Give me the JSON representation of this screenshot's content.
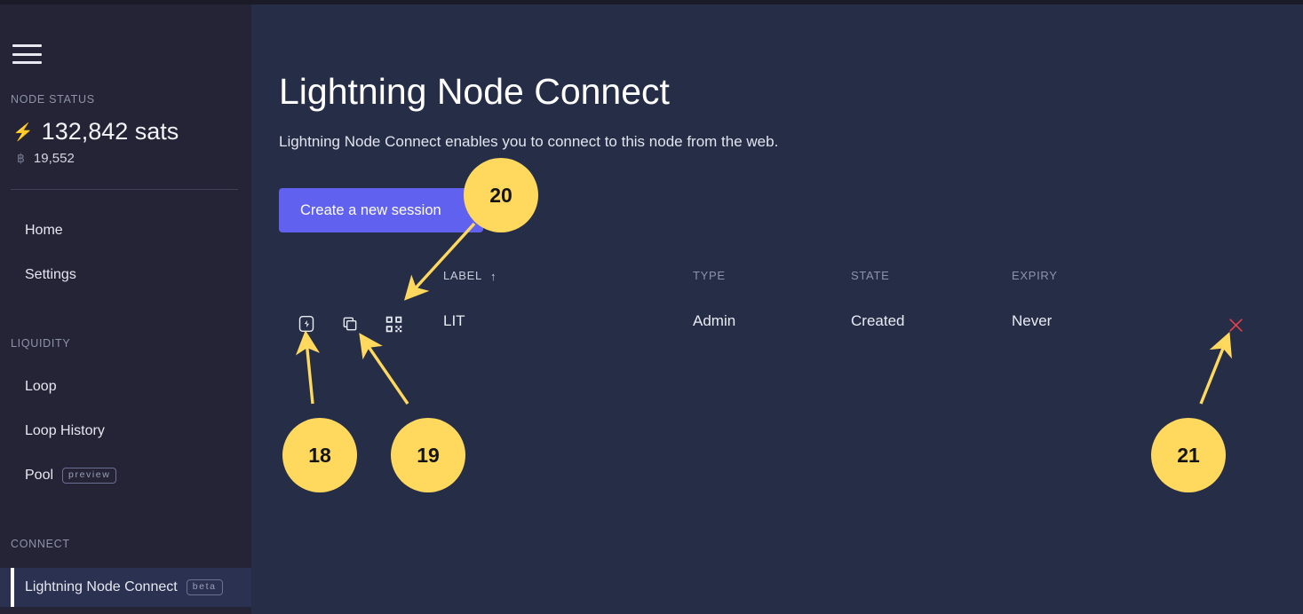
{
  "sidebar": {
    "menu_icon": "hamburger-icon",
    "node_status": {
      "heading": "NODE STATUS",
      "lightning_icon": "⚡",
      "lightning_balance": "132,842 sats",
      "bitcoin_icon": "฿",
      "bitcoin_balance": "19,552"
    },
    "items": [
      {
        "label": "Home",
        "tag": ""
      },
      {
        "label": "Settings",
        "tag": ""
      }
    ],
    "liquidity": {
      "heading": "LIQUIDITY",
      "items": [
        {
          "label": "Loop",
          "tag": ""
        },
        {
          "label": "Loop History",
          "tag": ""
        },
        {
          "label": "Pool",
          "tag": "preview"
        }
      ]
    },
    "connect": {
      "heading": "CONNECT",
      "items": [
        {
          "label": "Lightning Node Connect",
          "tag": "beta"
        }
      ]
    }
  },
  "main": {
    "title": "Lightning Node Connect",
    "subtitle": "Lightning Node Connect enables you to connect to this node from the web.",
    "create_session_button": "Create a new session",
    "table": {
      "columns": {
        "label": "LABEL",
        "sort_indicator": "↑",
        "type": "TYPE",
        "state": "STATE",
        "expiry": "EXPIRY"
      },
      "rows": [
        {
          "label": "LIT",
          "type": "Admin",
          "state": "Created",
          "expiry": "Never",
          "icons": [
            "lightning-connect-icon",
            "copy-icon",
            "qr-code-icon"
          ],
          "delete_icon": "close-x-icon"
        }
      ]
    }
  },
  "annotations": {
    "badges": [
      {
        "id": "20",
        "target": "create-session-button"
      },
      {
        "id": "18",
        "target": "lightning-connect-icon"
      },
      {
        "id": "19",
        "target": "copy-icon"
      },
      {
        "id": "21",
        "target": "delete-session-icon"
      }
    ]
  },
  "colors": {
    "sidebar_bg": "#242436",
    "main_bg": "#252d47",
    "accent_button": "#6161f0",
    "annotation": "#ffd85e",
    "delete": "#e8414a",
    "active_item_bg": "#2b3150"
  }
}
